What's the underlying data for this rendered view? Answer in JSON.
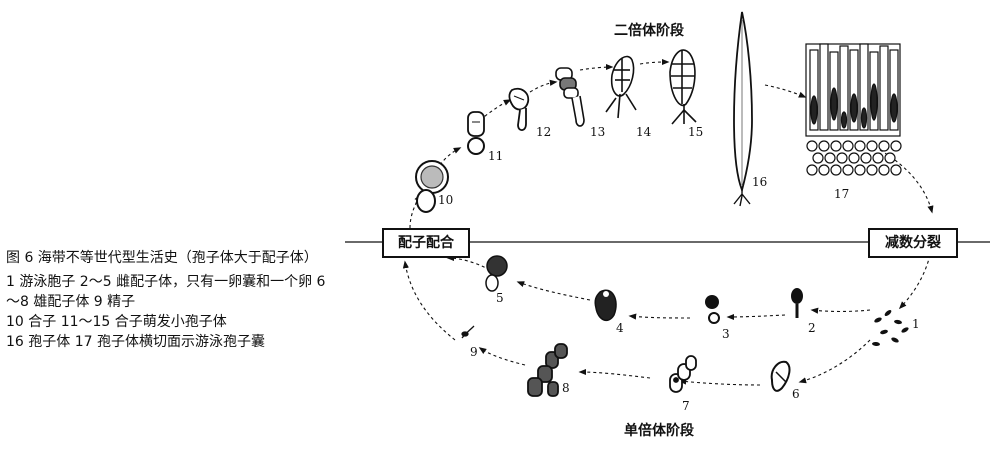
{
  "caption": {
    "title": "图 6  海带不等世代型生活史（孢子体大于配子体）",
    "lines": [
      "1 游泳胞子  2～5 雌配子体，只有一卵囊和一个卵  6～8 雄配子体  9 精子",
      "10 合子  11～15 合子萌发小孢子体",
      "16 孢子体  17 孢子体横切面示游泳孢子囊"
    ]
  },
  "stages": {
    "diploid": "二倍体阶段",
    "haploid": "单倍体阶段"
  },
  "boxes": {
    "fertilization": "配子配合",
    "meiosis": "减数分裂"
  },
  "numbers": {
    "n1": "1",
    "n2": "2",
    "n3": "3",
    "n4": "4",
    "n5": "5",
    "n6": "6",
    "n7": "7",
    "n8": "8",
    "n9": "9",
    "n10": "10",
    "n11": "11",
    "n12": "12",
    "n13": "13",
    "n14": "14",
    "n15": "15",
    "n16": "16",
    "n17": "17"
  }
}
